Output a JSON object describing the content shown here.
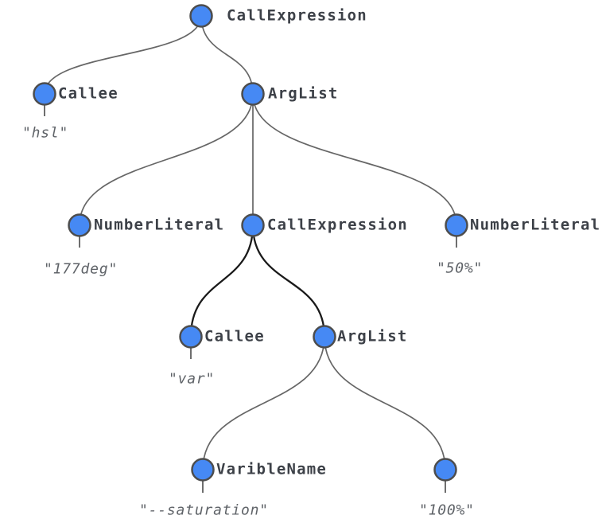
{
  "colors": {
    "background": "#ffffff",
    "node_fill": "#4689F4",
    "node_stroke": "#4d4d4d",
    "edge": "#666666",
    "edge_highlight": "#1a1a1a",
    "label_text": "#3d4148",
    "value_text": "#5f6368"
  },
  "tree": {
    "type": "ast-tree",
    "nodes": {
      "root": {
        "label": "CallExpression"
      },
      "callee_hsl": {
        "label": "Callee",
        "value": "\"hsl\""
      },
      "arglist_top": {
        "label": "ArgList"
      },
      "numlit_177": {
        "label": "NumberLiteral",
        "value": "\"177deg\""
      },
      "callexpr_inner": {
        "label": "CallExpression"
      },
      "numlit_50": {
        "label": "NumberLiteral",
        "value": "\"50%\""
      },
      "callee_var": {
        "label": "Callee",
        "value": "\"var\""
      },
      "arglist_inner": {
        "label": "ArgList"
      },
      "varname": {
        "label": "VaribleName",
        "value": "\"--saturation\""
      },
      "numlit_100": {
        "label": "",
        "value": "\"100%\""
      }
    },
    "edges": [
      {
        "from": "root",
        "to": "callee_hsl",
        "highlighted": false
      },
      {
        "from": "root",
        "to": "arglist_top",
        "highlighted": false
      },
      {
        "from": "arglist_top",
        "to": "numlit_177",
        "highlighted": false
      },
      {
        "from": "arglist_top",
        "to": "callexpr_inner",
        "highlighted": false
      },
      {
        "from": "arglist_top",
        "to": "numlit_50",
        "highlighted": false
      },
      {
        "from": "callexpr_inner",
        "to": "callee_var",
        "highlighted": true
      },
      {
        "from": "callexpr_inner",
        "to": "arglist_inner",
        "highlighted": true
      },
      {
        "from": "arglist_inner",
        "to": "varname",
        "highlighted": false
      },
      {
        "from": "arglist_inner",
        "to": "numlit_100",
        "highlighted": false
      }
    ]
  }
}
